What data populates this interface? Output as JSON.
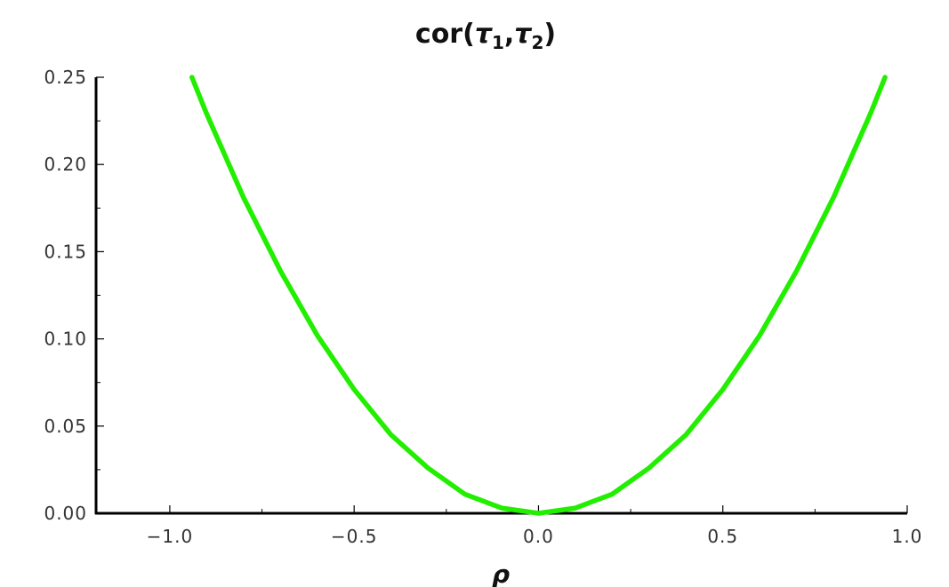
{
  "chart_data": {
    "type": "line",
    "title": "cor(τ1,τ2)",
    "title_parts": {
      "base": "cor(",
      "sym1": "τ",
      "sub1": "1",
      "sep": ",",
      "sym2": "τ",
      "sub2": "2",
      "close": ")"
    },
    "xlabel": "ρ",
    "ylabel": "",
    "xlim": [
      -1.2,
      1.0
    ],
    "ylim": [
      0.0,
      0.25
    ],
    "grid": false,
    "x_ticks": [
      {
        "value": -1.0,
        "label": "−1.0"
      },
      {
        "value": -0.5,
        "label": "−0.5"
      },
      {
        "value": 0.0,
        "label": "0.0"
      },
      {
        "value": 0.5,
        "label": "0.5"
      },
      {
        "value": 1.0,
        "label": "1.0"
      }
    ],
    "y_ticks": [
      {
        "value": 0.0,
        "label": "0.00"
      },
      {
        "value": 0.05,
        "label": "0.05"
      },
      {
        "value": 0.1,
        "label": "0.10"
      },
      {
        "value": 0.15,
        "label": "0.15"
      },
      {
        "value": 0.2,
        "label": "0.20"
      },
      {
        "value": 0.25,
        "label": "0.25"
      }
    ],
    "series": [
      {
        "color": "#22ee00",
        "x": [
          -0.94,
          -0.9,
          -0.8,
          -0.7,
          -0.6,
          -0.5,
          -0.4,
          -0.3,
          -0.2,
          -0.1,
          0.0,
          0.1,
          0.2,
          0.3,
          0.4,
          0.5,
          0.6,
          0.7,
          0.8,
          0.9,
          0.94
        ],
        "y": [
          0.25,
          0.229,
          0.181,
          0.139,
          0.102,
          0.071,
          0.045,
          0.026,
          0.011,
          0.003,
          0.0,
          0.003,
          0.011,
          0.026,
          0.045,
          0.071,
          0.102,
          0.139,
          0.181,
          0.229,
          0.25
        ]
      }
    ]
  }
}
